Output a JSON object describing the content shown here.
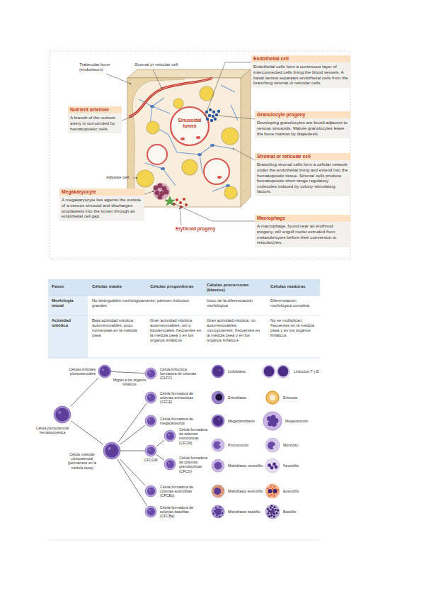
{
  "diagram": {
    "nodes": [
      {
        "text": [
          "Endothelial cell",
          "Endothelial cells form a continuous layer of interconnected cells lining the blood vessels. A basal lamina separates endothelial cells from the branching stromal or reticular cells."
        ]
      },
      {
        "text": [
          "Nutrient arteriole",
          "A branch of the nutrient artery is surrounded by hematopoietic cells."
        ]
      },
      {
        "text": [
          "Granulocyte progeny",
          "Developing granulocytes are found adjacent to venous sinusoids. Mature granulocytes leave the bone marrow by diapedesis."
        ]
      },
      {
        "text": [
          "Stromal or reticular cell",
          "Branching stromal cells form a cellular network under the endothelial lining and extend into the hematopoietic tissue. Stromal cells produce hematopoietic short-range regulatory molecules induced by colony-stimulating factors."
        ]
      },
      {
        "text": [
          "Megakaryocyte",
          "A megakaryocyte lies against the outside of a venous sinusoid and discharges proplatelets into the lumen through an endothelial cell gap."
        ]
      },
      {
        "text": [
          "Macrophage",
          "A macrophage, found near an erythroid progeny, will engulf nuclei extruded from metarubricytes before their conversion to reticulocytes."
        ]
      },
      {
        "text": [
          "Células linfoides pluripotenciales"
        ]
      },
      {
        "text": [
          "Célula pluripotencial hematopoyética"
        ]
      },
      {
        "text": [
          "Célula mieloide pluripotencial (permanece en la médula ósea)"
        ]
      },
      {
        "text": [
          "Célula linfocítica formadora de colonias (CLFC)"
        ]
      },
      {
        "text": [
          "Célula formadora de colonias eritrocíticas (CFCE)"
        ]
      },
      {
        "text": [
          "Célula formadora de megacariocitos"
        ]
      },
      {
        "text": [
          "CFCGM"
        ]
      },
      {
        "text": [
          "Célula formadora de colonias monocíticas (CFCM)"
        ]
      },
      {
        "text": [
          "Célula formadora de colonias granulocíticas (CFCG)"
        ]
      },
      {
        "text": [
          "Célula formadora de colonias eosinófilas (CFCEo)"
        ]
      },
      {
        "text": [
          "Célula formadora de colonias basófilas (CFCBa)"
        ]
      },
      {
        "text": [
          "Linfoblasto"
        ]
      },
      {
        "text": [
          "Eritroblasto"
        ]
      },
      {
        "text": [
          "Megacarioblasto"
        ]
      },
      {
        "text": [
          "Promonocito"
        ]
      },
      {
        "text": [
          "Mieloblasto neutrófilo"
        ]
      },
      {
        "text": [
          "Mieloblasto eosinófilo"
        ]
      },
      {
        "text": [
          "Mieloblasto basófilo"
        ]
      },
      {
        "text": [
          "Linfocitos T y B"
        ]
      },
      {
        "text": [
          "Eritrocito"
        ]
      },
      {
        "text": [
          "Megacariocito"
        ]
      },
      {
        "text": [
          "Monocito"
        ]
      },
      {
        "text": [
          "Neutrófilo"
        ]
      },
      {
        "text": [
          "Eosinófilo"
        ]
      },
      {
        "text": [
          "Basófilo"
        ]
      }
    ],
    "edges": [
      {
        "from": 7,
        "to": 6,
        "arrow": "none"
      },
      {
        "from": 7,
        "to": 8,
        "arrow": "none"
      },
      {
        "from": 6,
        "to": 9,
        "label": "Migran a los órganos linfáticos",
        "arrow": "none"
      },
      {
        "from": 8,
        "to": 10,
        "arrow": "none"
      },
      {
        "from": 8,
        "to": 11,
        "arrow": "none"
      },
      {
        "from": 8,
        "to": 12,
        "arrow": "none"
      },
      {
        "from": 8,
        "to": 15,
        "arrow": "none"
      },
      {
        "from": 8,
        "to": 16,
        "arrow": "none"
      },
      {
        "from": 12,
        "to": 13,
        "arrow": "none"
      },
      {
        "from": 12,
        "to": 14,
        "arrow": "none"
      }
    ],
    "labels": [
      "Trabecular bone (endosteum)",
      "Stromal or reticular cell",
      "Sinusoidal lumen",
      "Adipose cell",
      "Erythroid progeny",
      "Fases",
      "Células madre",
      "Células progenitoras",
      "Células precursoras (blastos)",
      "Células maduras",
      "Morfología inicial",
      "No distinguibles morfológicamente; parecen linfocitos grandes",
      "Inicio de la diferenciación morfológica",
      "Diferenciación morfológica completa",
      "Actividad mitótica",
      "Baja actividad mitótica; autorrenovables; poco numerosas en la médula ósea",
      "Gran actividad mitótica; autorrenovables; uni o bipotenciales; frecuentes en la médula ósea y en los órganos linfáticos",
      "Gran actividad mitótica; no autorrenovables; monopotentes; frecuentes en la médula ósea y en los órganos linfáticos",
      "No se multiplican; frecuentes en la médula ósea y en los órganos linfáticos"
    ]
  }
}
